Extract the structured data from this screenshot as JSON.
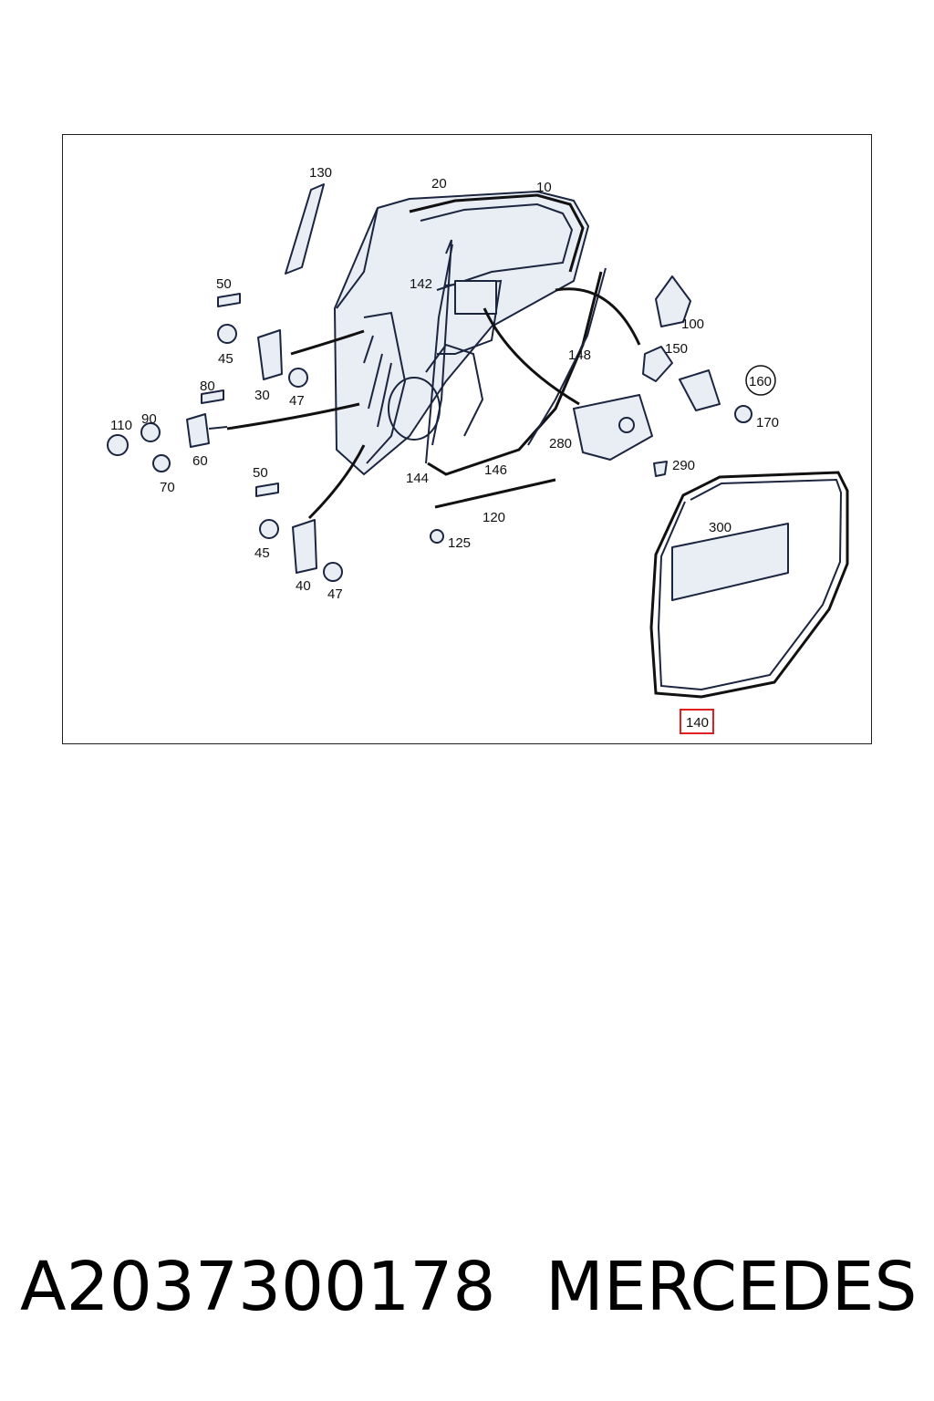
{
  "diagram": {
    "callouts": {
      "c10": "10",
      "c20": "20",
      "c30": "30",
      "c40": "40",
      "c45a": "45",
      "c45b": "45",
      "c47a": "47",
      "c47b": "47",
      "c50a": "50",
      "c50b": "50",
      "c60": "60",
      "c70": "70",
      "c80": "80",
      "c90": "90",
      "c100": "100",
      "c110": "110",
      "c120": "120",
      "c125": "125",
      "c130": "130",
      "c140": "140",
      "c142": "142",
      "c144": "144",
      "c146": "146",
      "c148": "148",
      "c150": "150",
      "c160": "160",
      "c170": "170",
      "c280": "280",
      "c290": "290",
      "c300": "300"
    },
    "highlighted_callout": "140",
    "highlight_color": "#e02020"
  },
  "caption": {
    "part_number": "A2037300178",
    "brand": "MERCEDES"
  }
}
